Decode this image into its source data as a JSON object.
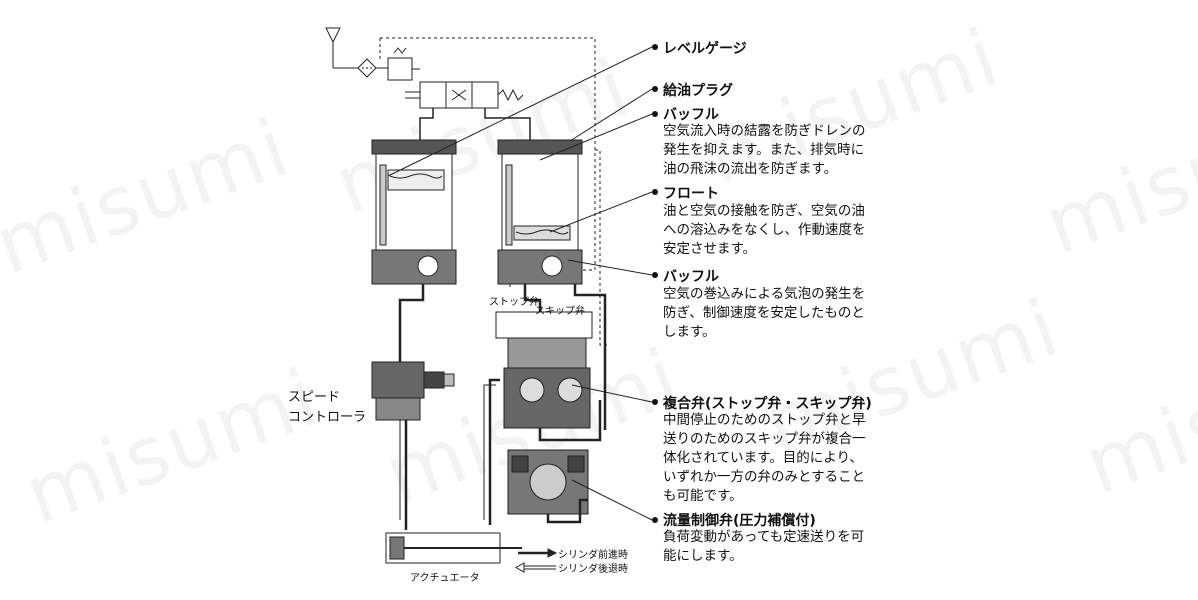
{
  "watermark": "misumi",
  "labels": {
    "speed_controller": "スピード\nコントローラ",
    "stop_valve": "ストップ弁",
    "skip_valve": "スキップ弁",
    "actuator": "アクチュエータ",
    "legend_forward": "シリンダ前進時",
    "legend_backward": "シリンダ後退時"
  },
  "callouts": [
    {
      "title": "レベルゲージ",
      "desc": ""
    },
    {
      "title": "給油プラグ",
      "desc": ""
    },
    {
      "title": "バッフル",
      "desc": "空気流入時の結露を防ぎドレンの\n発生を抑えます。また、排気時に\n油の飛沫の流出を防ぎます。"
    },
    {
      "title": "フロート",
      "desc": "油と空気の接触を防ぎ、空気の油\nへの溶込みをなくし、作動速度を\n安定させます。"
    },
    {
      "title": "バッフル",
      "desc": "空気の巻込みによる気泡の発生を\n防ぎ、制御速度を安定したものと\nします。"
    },
    {
      "title": "複合弁(ストップ弁・スキップ弁)",
      "desc": "中間停止のためのストップ弁と早\n送りのためのスキップ弁が複合一\n体化されています。目的により、\nいずれか一方の弁のみとすること\nも可能です。"
    },
    {
      "title": "流量制御弁(圧力補償付)",
      "desc": "負荷変動があっても定速送りを可\n能にします。"
    }
  ]
}
